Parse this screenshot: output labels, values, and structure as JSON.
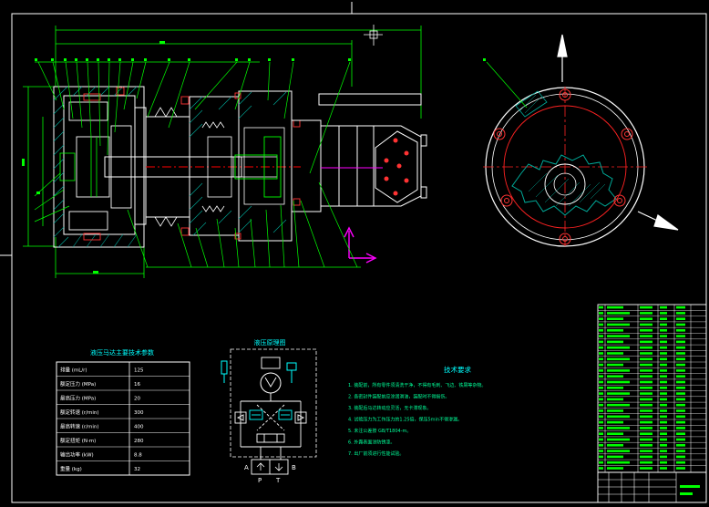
{
  "param_table": {
    "title": "液压马达主要技术参数",
    "rows": [
      {
        "label": "排量 (mL/r)",
        "value": "125"
      },
      {
        "label": "额定压力 (MPa)",
        "value": "16"
      },
      {
        "label": "最高压力 (MPa)",
        "value": "20"
      },
      {
        "label": "额定转速 (r/min)",
        "value": "300"
      },
      {
        "label": "最高转速 (r/min)",
        "value": "400"
      },
      {
        "label": "额定扭矩 (N·m)",
        "value": "280"
      },
      {
        "label": "输出功率 (kW)",
        "value": "8.8"
      },
      {
        "label": "重量 (kg)",
        "value": "32"
      }
    ]
  },
  "hydraulic": {
    "title": "液压原理图",
    "port_labels": [
      "A",
      "P",
      "T",
      "B"
    ]
  },
  "tech_req": {
    "title": "技术要求",
    "items": [
      "1. 装配前，所有零件须清洗干净，不得有毛刺、飞边、铁屑等杂物。",
      "2. 各密封件装配前应涂润滑油，装配时不得损伤。",
      "3. 装配后马达转动应灵活，无卡滞现象。",
      "4. 试验压力为工作压力的1.25倍，保压5min不得渗漏。",
      "5. 未注公差按 GB/T1804-m。",
      "6. 外露表面涂防锈漆。",
      "7. 出厂前须进行性能试验。"
    ]
  },
  "colors": {
    "background": "#000000",
    "outline": "#ffffff",
    "section": "#00ff00",
    "leader": "#00ff00",
    "dimension": "#ff00ff",
    "centerline": "#ff0000",
    "bolt": "#ff3333",
    "hatch": "#00aa99"
  }
}
